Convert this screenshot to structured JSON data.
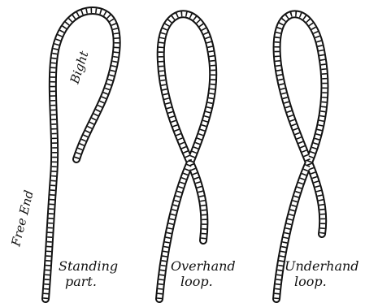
{
  "figure": {
    "ink_color": "#111111",
    "background": "#ffffff"
  },
  "ropes": [
    {
      "id": "standing-part-rope",
      "caption_lines": [
        "Standing",
        "part."
      ]
    },
    {
      "id": "overhand-loop-rope",
      "caption_lines": [
        "Overhand",
        "loop."
      ]
    },
    {
      "id": "underhand-loop-rope",
      "caption_lines": [
        "Underhand",
        "loop."
      ]
    }
  ],
  "labels": {
    "free_end": "Free End",
    "bight": "Bight"
  }
}
